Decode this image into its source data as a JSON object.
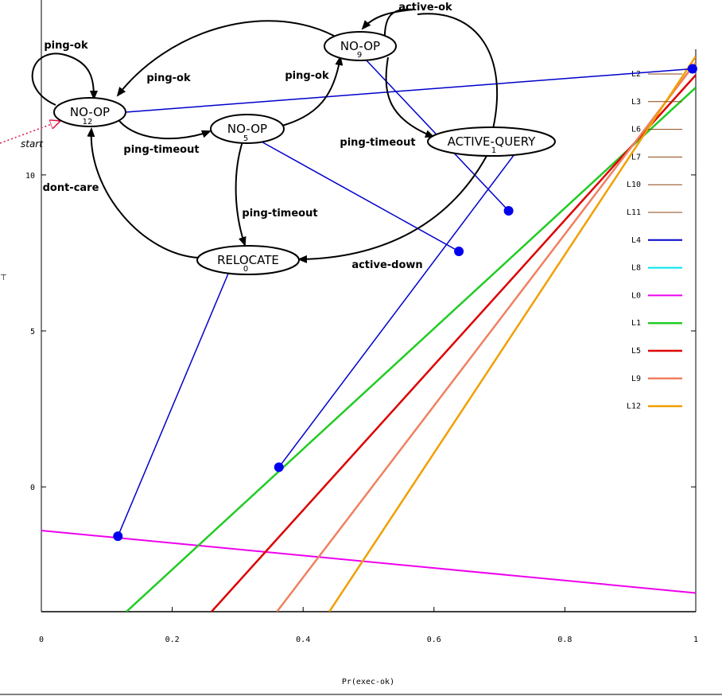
{
  "chart_data": {
    "type": "line",
    "xlabel": "Pr(exec-ok)",
    "ylabel": "",
    "xlim": [
      0,
      1
    ],
    "ylim": [
      -4,
      14
    ],
    "xticks": [
      0,
      0.2,
      0.4,
      0.6,
      0.8,
      1
    ],
    "xtick_labels": [
      "0",
      "0.2",
      "0.4",
      "0.6",
      "0.8",
      "1"
    ],
    "yticks": [
      0,
      5,
      10
    ],
    "ytick_labels": [
      "0",
      "5",
      "10"
    ],
    "legend_position": "right",
    "series": [
      {
        "name": "L2",
        "color": "#8b4513",
        "width": 1,
        "x": [],
        "y": []
      },
      {
        "name": "L3",
        "color": "#8b4513",
        "width": 1,
        "x": [],
        "y": []
      },
      {
        "name": "L6",
        "color": "#8b4513",
        "width": 1,
        "x": [],
        "y": []
      },
      {
        "name": "L7",
        "color": "#8b4513",
        "width": 1,
        "x": [],
        "y": []
      },
      {
        "name": "L10",
        "color": "#8b4513",
        "width": 1,
        "x": [],
        "y": []
      },
      {
        "name": "L11",
        "color": "#8b4513",
        "width": 1,
        "x": [],
        "y": []
      },
      {
        "name": "L4",
        "color": "#0000cc",
        "width": 2,
        "x": [],
        "y": []
      },
      {
        "name": "L8",
        "color": "#00e5ee",
        "width": 2,
        "x": [
          0.13,
          1
        ],
        "y": [
          -4,
          12.8
        ]
      },
      {
        "name": "L0",
        "color": "#ee00ee",
        "width": 2,
        "x": [
          0,
          1
        ],
        "y": [
          -1.4,
          -3.4
        ]
      },
      {
        "name": "L1",
        "color": "#22cc22",
        "width": 2.5,
        "x": [
          0.13,
          1
        ],
        "y": [
          -4,
          12.8
        ]
      },
      {
        "name": "L5",
        "color": "#dd0000",
        "width": 2.5,
        "x": [
          0.26,
          1
        ],
        "y": [
          -4,
          13.2
        ]
      },
      {
        "name": "L9",
        "color": "#f08060",
        "width": 2.5,
        "x": [
          0.36,
          1
        ],
        "y": [
          -4,
          13.6
        ]
      },
      {
        "name": "L12",
        "color": "#f0a000",
        "width": 2.5,
        "x": [
          0.44,
          1
        ],
        "y": [
          -4,
          13.8
        ]
      }
    ],
    "points": [
      {
        "x": 0.117,
        "y": -1.58,
        "state": "s0"
      },
      {
        "x": 0.363,
        "y": 0.63,
        "state": "s1"
      },
      {
        "x": 0.638,
        "y": 7.55,
        "state": "s5"
      },
      {
        "x": 0.714,
        "y": 8.85,
        "state": "s9"
      },
      {
        "x": 0.995,
        "y": 13.4,
        "state": "s12"
      }
    ],
    "point_color": "#0000ee"
  },
  "diagram": {
    "states": [
      {
        "id": "s12",
        "label": "NO-OP",
        "number": "12"
      },
      {
        "id": "s5",
        "label": "NO-OP",
        "number": "5"
      },
      {
        "id": "s9",
        "label": "NO-OP",
        "number": "9"
      },
      {
        "id": "s1",
        "label": "ACTIVE-QUERY",
        "number": "1"
      },
      {
        "id": "s0",
        "label": "RELOCATE",
        "number": "0"
      }
    ],
    "edge_labels": {
      "loop_12": "ping-ok",
      "e9_12": "ping-ok",
      "e5_9": "ping-ok",
      "loop_9": "active-ok",
      "e12_5": "ping-timeout",
      "e9_1": "ping-timeout",
      "e5_0": "ping-timeout",
      "e0_12": "dont-care",
      "e1_0": "active-down"
    },
    "start_label": "start",
    "colors": {
      "edges": "#000000",
      "start_arrow": "#dd1144",
      "link_lines": "#0000cc"
    }
  }
}
